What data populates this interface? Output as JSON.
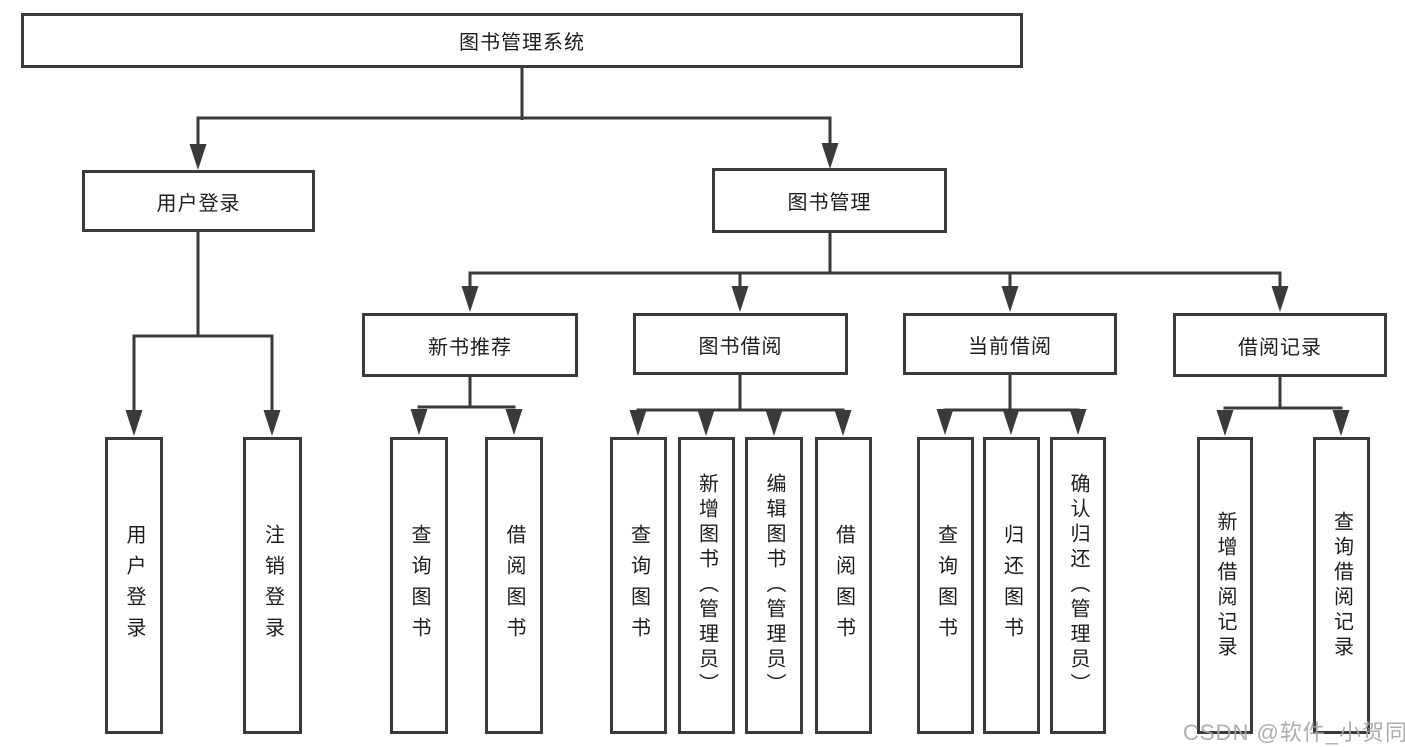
{
  "diagram": {
    "root": {
      "label": "图书管理系统",
      "children": [
        {
          "label": "用户登录",
          "children": [
            {
              "label": "用户登录"
            },
            {
              "label": "注销登录"
            }
          ]
        },
        {
          "label": "图书管理",
          "children": [
            {
              "label": "新书推荐",
              "children": [
                {
                  "label": "查询图书"
                },
                {
                  "label": "借阅图书"
                }
              ]
            },
            {
              "label": "图书借阅",
              "children": [
                {
                  "label": "查询图书"
                },
                {
                  "label": "新增图书（管理员）"
                },
                {
                  "label": "编辑图书（管理员）"
                },
                {
                  "label": "借阅图书"
                }
              ]
            },
            {
              "label": "当前借阅",
              "children": [
                {
                  "label": "查询图书"
                },
                {
                  "label": "归还图书"
                },
                {
                  "label": "确认归还（管理员）"
                }
              ]
            },
            {
              "label": "借阅记录",
              "children": [
                {
                  "label": "新增借阅记录"
                },
                {
                  "label": "查询借阅记录"
                }
              ]
            }
          ]
        }
      ]
    }
  },
  "watermark": {
    "text": "CSDN @软件_小贺同学"
  },
  "colors": {
    "line": "#3a3a3a",
    "text": "#1d1d1d",
    "background": "#ffffff",
    "watermark": "#a5a5a5"
  }
}
